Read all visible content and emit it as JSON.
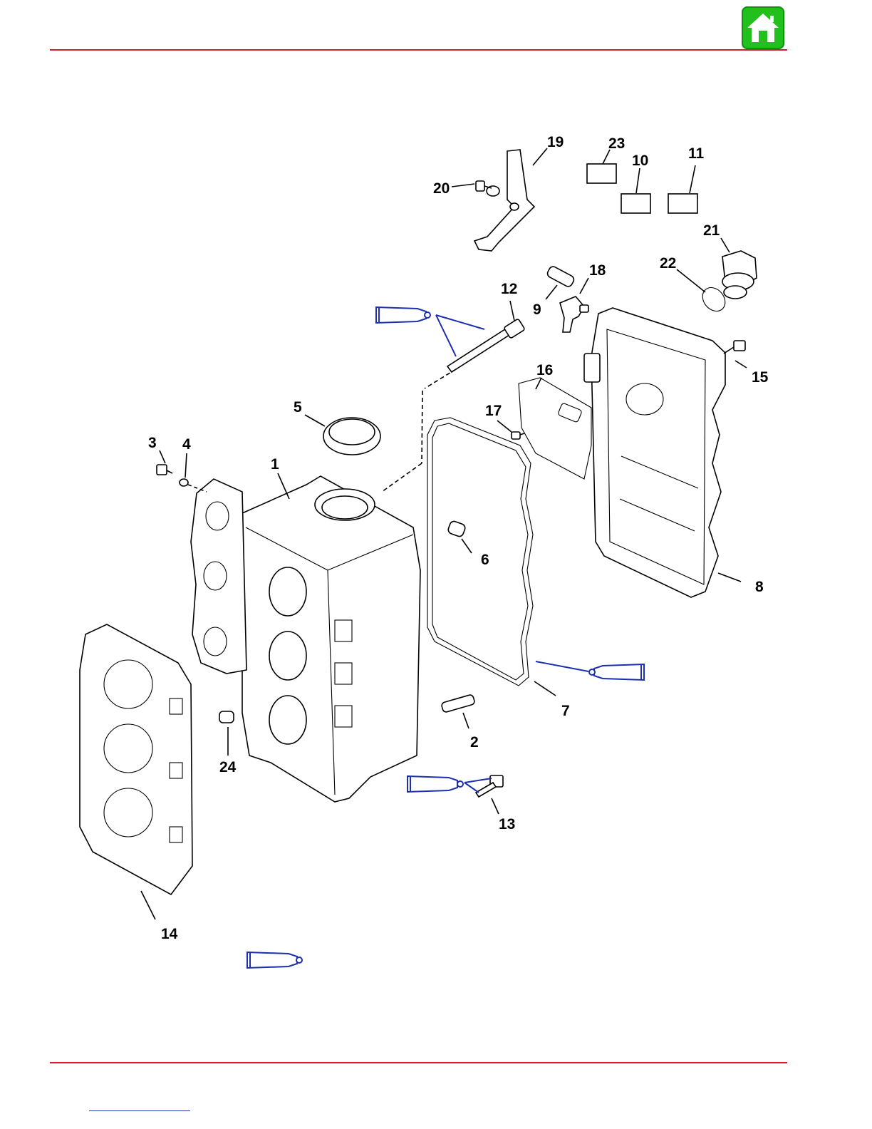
{
  "header": {
    "home_icon": "home-icon",
    "accent_color": "#22c01d",
    "rule_color": "#d0202a"
  },
  "diagram": {
    "callouts": [
      "1",
      "2",
      "3",
      "4",
      "5",
      "6",
      "7",
      "8",
      "9",
      "10",
      "11",
      "12",
      "13",
      "14",
      "15",
      "16",
      "17",
      "18",
      "19",
      "20",
      "21",
      "22",
      "23",
      "24"
    ],
    "sealant_icon": "sealant-tube-icon",
    "sealant_color": "#1b2fb0"
  }
}
